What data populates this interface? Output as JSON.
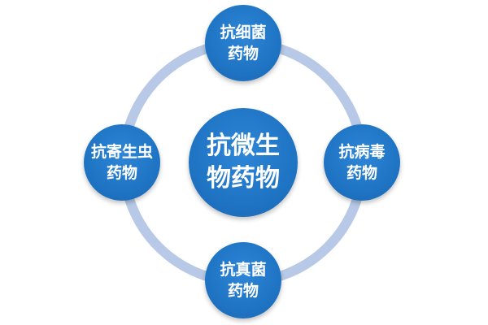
{
  "center": {
    "line1": "抗微生",
    "line2": "物药物"
  },
  "nodes": {
    "top": {
      "line1": "抗细菌",
      "line2": "药物"
    },
    "right": {
      "line1": "抗病毒",
      "line2": "药物"
    },
    "bottom": {
      "line1": "抗真菌",
      "line2": "药物"
    },
    "left": {
      "line1": "抗寄生虫",
      "line2": "药物"
    }
  },
  "colors": {
    "node_fill": "#1f74c4",
    "ring": "#b7c9e6",
    "text": "#ffffff"
  }
}
